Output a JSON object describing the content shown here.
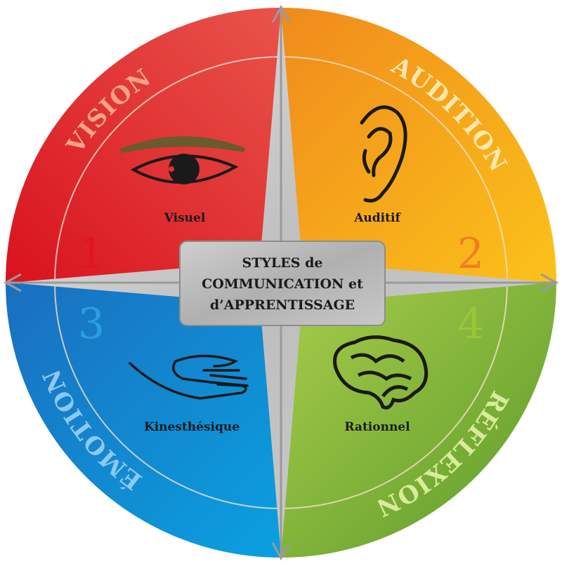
{
  "title": {
    "line1": "STYLES de",
    "line2": "COMMUNICATION et",
    "line3": "d’APPRENTISSAGE"
  },
  "quadrants": [
    {
      "ring": "VISION",
      "number": "1",
      "label": "Visuel",
      "icon": "eye-icon",
      "color": "#e0312f",
      "ring_text_color": "#f5a38a",
      "number_color": "#e4141f"
    },
    {
      "ring": "AUDITION",
      "number": "2",
      "label": "Auditif",
      "icon": "ear-icon",
      "color": "#f5a11a",
      "ring_text_color": "#fde7b0",
      "number_color": "#f07d22"
    },
    {
      "ring": "ÉMOTION",
      "number": "3",
      "label": "Kinesthésique",
      "icon": "hand-icon",
      "color": "#1a7dc6",
      "ring_text_color": "#8cc8ef",
      "number_color": "#2d9ee0"
    },
    {
      "ring": "RÉFLEXION",
      "number": "4",
      "label": "Rationnel",
      "icon": "brain-icon",
      "color": "#7bb03c",
      "ring_text_color": "#d8ec9a",
      "number_color": "#9cc63a"
    }
  ]
}
